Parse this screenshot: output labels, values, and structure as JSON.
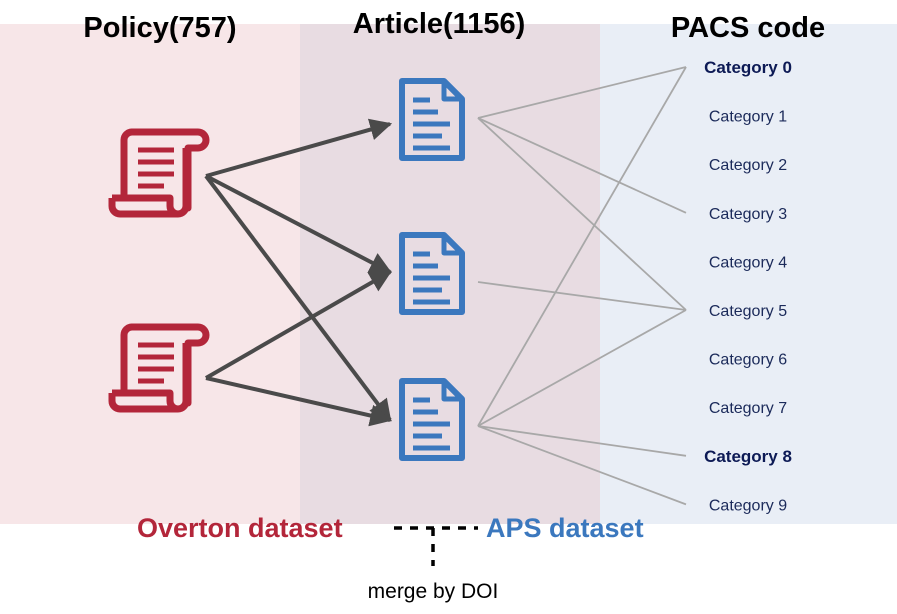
{
  "columns": {
    "policy_title": "Policy(757)",
    "article_title": "Article(1156)",
    "pacs_title": "PACS code"
  },
  "categories": [
    {
      "label": "Category 0",
      "bold": true
    },
    {
      "label": "Category 1",
      "bold": false
    },
    {
      "label": "Category 2",
      "bold": false
    },
    {
      "label": "Category 3",
      "bold": false
    },
    {
      "label": "Category 4",
      "bold": false
    },
    {
      "label": "Category 5",
      "bold": false
    },
    {
      "label": "Category 6",
      "bold": false
    },
    {
      "label": "Category 7",
      "bold": false
    },
    {
      "label": "Category 8",
      "bold": true
    },
    {
      "label": "Category 9",
      "bold": false
    }
  ],
  "datasets": {
    "overton_label": "Overton dataset",
    "aps_label": "APS dataset",
    "merge_label": "merge by DOI"
  },
  "colors": {
    "policy_red": "#b3263a",
    "article_blue": "#3b78be",
    "arrow_gray": "#4a4a4a",
    "link_gray": "#a8a8a8",
    "bg_pink": "#f7e6e8",
    "bg_mauve": "#e8dce2",
    "bg_blue": "#e9eef6"
  },
  "edges": {
    "policy_to_article": [
      [
        0,
        0
      ],
      [
        0,
        1
      ],
      [
        0,
        2
      ],
      [
        1,
        1
      ],
      [
        1,
        2
      ]
    ],
    "article_to_category": [
      [
        0,
        0
      ],
      [
        0,
        3
      ],
      [
        0,
        5
      ],
      [
        1,
        5
      ],
      [
        2,
        0
      ],
      [
        2,
        5
      ],
      [
        2,
        8
      ],
      [
        2,
        9
      ]
    ]
  }
}
